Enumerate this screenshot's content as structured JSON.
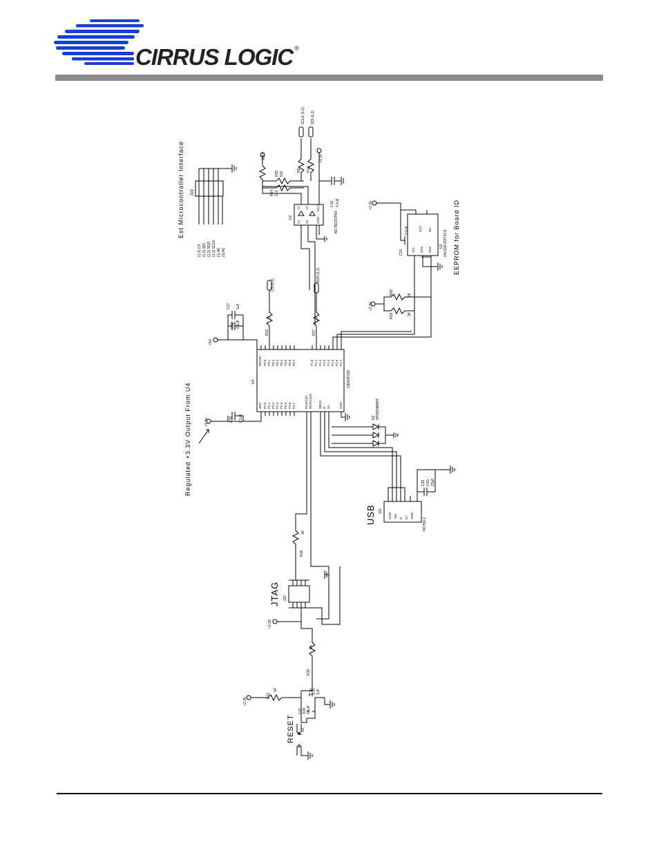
{
  "header": {
    "brand": "CIRRUS LOGIC",
    "reg_mark": "®",
    "bar_color": "#8a8a8a",
    "logo_color": "#1a3fd6"
  },
  "schematic": {
    "titles": {
      "ext_mcu": "Ext Microcontroller Interface",
      "regulated": "Regulated +3.3V Output From U4",
      "eeprom": "EEPROM for Board ID",
      "usb": "USB",
      "jtag": "JTAG",
      "reset": "RESET"
    },
    "j19": {
      "ref": "J19",
      "signals": [
        "(1,2) CS",
        "(1,2) SDI",
        "(1,2) SDO",
        "(1,2) SCLK",
        "(1) A0",
        "(1) A1"
      ]
    },
    "u2": {
      "ref": "U2",
      "part": "NC7WZ07P6X",
      "pins": [
        "A1",
        "Y1",
        "A2",
        "Y2",
        "GND",
        "VCC"
      ]
    },
    "u3": {
      "ref": "U3",
      "part": "24LC00-SOT23-5",
      "pins": [
        "VCC",
        "NC",
        "SCL",
        "VSS",
        "SDA"
      ]
    },
    "u4": {
      "ref": "U4",
      "part": "C8051F320",
      "pins_left": [
        "VDD",
        "P2.0",
        "P2.1",
        "P2.2",
        "P2.3",
        "P2.4",
        "P2.5",
        "P2.6",
        "P2.7",
        "P3.0/C2D",
        "RST/C2CK",
        "VBUS",
        "D-",
        "D+",
        "GND"
      ],
      "pins_right": [
        "REGIN",
        "P0.0",
        "P0.1",
        "P0.2",
        "P0.3",
        "P0.4",
        "P0.5",
        "P0.6",
        "P0.7",
        "P1.0",
        "P1.1",
        "P1.2",
        "P1.3",
        "P1.4",
        "P1.5",
        "P1.6",
        "P1.7"
      ]
    },
    "j21": {
      "ref": "J21",
      "part": "787780-1",
      "pins": [
        "CON",
        "+5V",
        "D-",
        "D+",
        "GND"
      ]
    },
    "j20": {
      "ref": "J20"
    },
    "d2": {
      "ref": "D2",
      "part": "SP0503BAHT"
    },
    "s1": {
      "ref": "S1"
    },
    "nets": {
      "vd": "VD+",
      "p33": "+3.3V",
      "p5": "+5V",
      "sclk": "SCLK (1,2)",
      "sdi": "SDI (1,2)",
      "cs": "CS (1,2)",
      "sdo": "SDO (1,2)"
    },
    "resistors": [
      {
        "ref": "R25",
        "value": "510"
      },
      {
        "ref": "R24",
        "value": "510"
      },
      {
        "ref": "R9",
        "value": "0"
      },
      {
        "ref": "R10",
        "value": "0"
      },
      {
        "ref": "R23",
        "value": "0"
      },
      {
        "ref": "R27",
        "value": "0"
      },
      {
        "ref": "R30",
        "value": "2K"
      },
      {
        "ref": "R29",
        "value": "2K"
      },
      {
        "ref": "R18",
        "value": "1K"
      },
      {
        "ref": "R20",
        "value": "1K"
      },
      {
        "ref": "R21",
        "value": "1K"
      }
    ],
    "capacitors": [
      {
        "ref": "C27",
        "type": "X7R",
        "value": "1uF"
      },
      {
        "ref": "C32",
        "type": "X7R",
        "value": "0.1uF"
      },
      {
        "ref": "C28",
        "type": "X7R",
        "value": "0.1uF"
      },
      {
        "ref": "C16",
        "type": "X7R",
        "value": "0.1uF"
      },
      {
        "ref": "C33",
        "type": "X7R",
        "value": "0.1uF"
      },
      {
        "ref": "C29",
        "type": "C0G",
        "value": "22pF"
      },
      {
        "ref": "C30",
        "type": "X7R",
        "value": "1uF"
      },
      {
        "ref": "C31",
        "type": "X7R",
        "value": "0.1uF"
      }
    ]
  }
}
